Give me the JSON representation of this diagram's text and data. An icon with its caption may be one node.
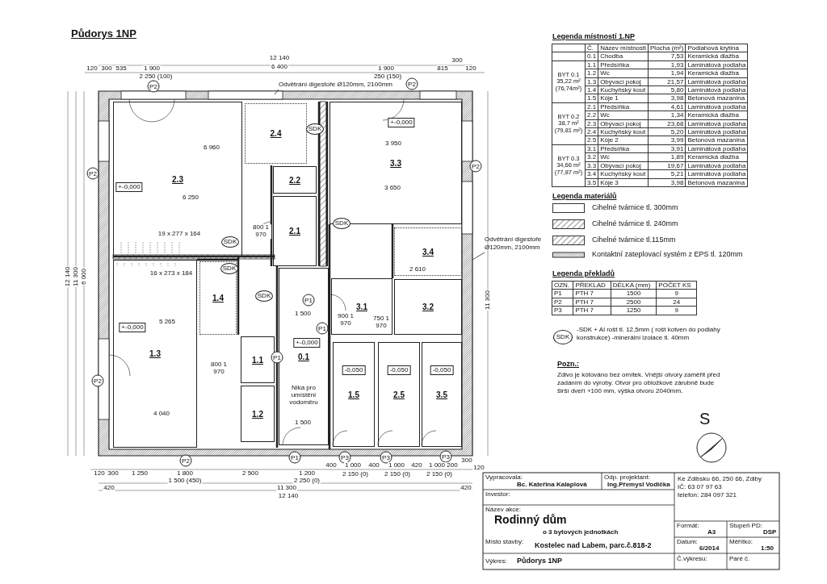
{
  "diagram": {
    "title": "Půdorys 1NP",
    "nodes": [
      {
        "text": [
          "Odvětrání digestoře Ø120mm, 2100mm"
        ]
      },
      {
        "text": [
          "2.3"
        ]
      },
      {
        "text": [
          "2.4"
        ]
      },
      {
        "text": [
          "3.3"
        ]
      },
      {
        "text": [
          "2.2"
        ]
      },
      {
        "text": [
          "2.1"
        ]
      },
      {
        "text": [
          "3.4"
        ]
      },
      {
        "text": [
          "Odvětrání digestoře Ø120mm, 2100mm"
        ]
      },
      {
        "text": [
          "1.3"
        ]
      },
      {
        "text": [
          "1.4"
        ]
      },
      {
        "text": [
          "0.1"
        ]
      },
      {
        "text": [
          "3.1"
        ]
      },
      {
        "text": [
          "3.2"
        ]
      },
      {
        "text": [
          "1.1"
        ]
      },
      {
        "text": [
          "1.2"
        ]
      },
      {
        "text": [
          "1.5"
        ]
      },
      {
        "text": [
          "2.5"
        ]
      },
      {
        "text": [
          "3.5"
        ]
      }
    ],
    "edges": [
      {
        "from": 0,
        "to": null,
        "arrow": "none"
      },
      {
        "from": 7,
        "to": null,
        "arrow": "none"
      }
    ],
    "labels": [
      "12 140",
      "6 400",
      "120",
      "300",
      "535",
      "1 900",
      "2 250 (100)",
      "1 900",
      "250 (150)",
      "815",
      "300",
      "120",
      "12 140",
      "11 300",
      "6 000",
      "11 300",
      "P2",
      "P2",
      "SDK",
      "+-0,000",
      "6 960",
      "3 950",
      "P2",
      "P2",
      "+-0,000",
      "6 250",
      "3 650",
      "SDK",
      "800 1 970",
      "19 x 277 x 164",
      "SDK",
      "SDK",
      "16 x 273 x 184",
      "2 610",
      "SDK",
      "P1",
      "1 500",
      "5 265",
      "900 1 970",
      "750 1 970",
      "+-0,000",
      "P1",
      "+-0,000",
      "P1",
      "800 1 970",
      "-0,050",
      "-0,050",
      "-0,050",
      "P2",
      "Nika pro umístění vodoměru",
      "4 040",
      "1 500",
      "P1",
      "P3",
      "P3",
      "P3",
      "P2",
      "400",
      "1 000",
      "400",
      "1 000",
      "420",
      "1 000",
      "200",
      "300",
      "120",
      "120",
      "300",
      "1 250",
      "1 800",
      "2 500",
      "1 200",
      "1 500 (450)",
      "2 250 (0)",
      "2 150 (0)",
      "2 150 (0)",
      "2 150 (0)",
      "420",
      "11 300",
      "420",
      "12 140",
      "Legenda místností 1.NP",
      "Č.",
      "Název místnosti",
      "Plocha (m²)",
      "Podlahová krytina",
      "0.1",
      "Chodba",
      "7,53",
      "Keramická dlažba",
      "BYT 0.1 35,22 m² (76,74m²)",
      "1.1",
      "Předsíňka",
      "1,93",
      "Laminátová podlaha",
      "1.2",
      "Wc",
      "1,94",
      "Keramická dlažba",
      "1.3",
      "Obývací pokoj",
      "21,57",
      "Laminátová podlaha",
      "1.4",
      "Kuchyňský kout",
      "5,80",
      "Laminátová podlaha",
      "1.5",
      "Kóje 1",
      "3,98",
      "Betonová mazanina",
      "BYT 0.2 38,7 m² (79,81 m²)",
      "2.1",
      "Předsíňka",
      "4,61",
      "Laminátová podlaha",
      "2.2",
      "Wc",
      "1,34",
      "Keramická dlažba",
      "2.3",
      "Obývací pokoj",
      "23,68",
      "Laminátová podlaha",
      "2.4",
      "Kuchyňský kout",
      "5,20",
      "Laminátová podlaha",
      "2.5",
      "Kóje 2",
      "3,99",
      "Betonová mazanina",
      "BYT 0.3 34,66 m² (77,87 m²)",
      "3.1",
      "Předsíňka",
      "3,91",
      "Laminátová podlaha",
      "3.2",
      "Wc",
      "1,89",
      "Keramická dlažba",
      "3.3",
      "Obývací pokoj",
      "19,67",
      "Laminátová podlaha",
      "3.4",
      "Kuchyňský kout",
      "5,21",
      "Laminátová podlaha",
      "3.5",
      "Kóje 3",
      "3,98",
      "Betonová mazanina",
      "Legenda materiálů",
      "Legenda překladů",
      "OZN.",
      "PŘEKLAD",
      "DÉLKA (mm)",
      "POČET KS",
      "P1",
      "PTH 7",
      "1500",
      "9",
      "P2",
      "PTH 7",
      "2500",
      "24",
      "P3",
      "PTH 7",
      "1250",
      "9",
      "SDK",
      "-SDK + Al rošt tl. 12,5mm ( rošt kotven do podlahy konstrukce) -minerální izolace tl. 40mm",
      "Pozn.:",
      "Zdivo je kótováno bez omítek. Vnější otvory zaměřit před zadáním do výroby. Otvor pro obložkové zárubně bude širší dveří +100 mm, výška otvoru 2040mm.",
      "S",
      "Vypracovala:",
      "Bc. Kateřina Kalaplová",
      "Odp. projektant:",
      "Ing.Přemysl Vodička",
      "Ke Zdibsku 66, 250 66, Zdiby",
      "IČ: 63 07 97 63",
      "Investor:",
      "telefon: 284 097 321",
      "Název akce:",
      "Rodinný dům",
      "o 3 bytových jednotkách",
      "Místo stavby:",
      "Kostelec nad Labem, parc.č.818-2",
      "Výkres:",
      "Půdorys 1NP",
      "Formát:",
      "A3",
      "Stupeň PD:",
      "DSP",
      "Datum:",
      "6/2014",
      "Měřítko:",
      "1:50",
      "Č.výkresu:",
      "Paré č."
    ],
    "legend": [
      {
        "text": "Cihelné tvárnice tl. 300mm"
      },
      {
        "text": "Cihelné tvárnice tl. 240mm"
      },
      {
        "text": "Cihelné tvárnice tl.115mm"
      },
      {
        "text": "Kontaktní zateplovací systém z EPS tl. 120mm"
      }
    ]
  }
}
